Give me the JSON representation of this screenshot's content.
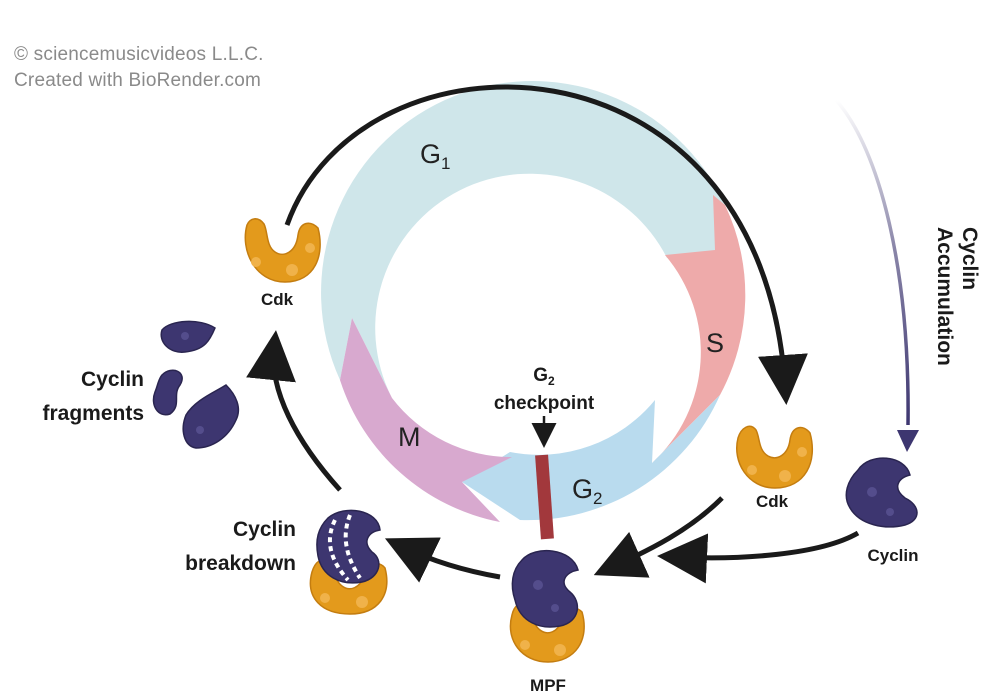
{
  "credits": {
    "line1": "© sciencemusicvideos L.L.C.",
    "line2": "Created with BioRender.com"
  },
  "phases": {
    "g1": "G",
    "g1_sub": "1",
    "s": "S",
    "g2": "G",
    "g2_sub": "2",
    "m": "M"
  },
  "checkpoint": {
    "line1": "G",
    "line1_sub": "2",
    "line2": "checkpoint"
  },
  "labels": {
    "cdk_top": "Cdk",
    "cdk_right": "Cdk",
    "cyclin": "Cyclin",
    "mpf": "MPF",
    "cyclin_fragments_1": "Cyclin",
    "cyclin_fragments_2": "fragments",
    "cyclin_breakdown_1": "Cyclin",
    "cyclin_breakdown_2": "breakdown",
    "cyclin_accumulation_1": "Cyclin",
    "cyclin_accumulation_2": "Accumulation"
  },
  "colors": {
    "g1": "#cfe6ea",
    "s": "#eeaaaa",
    "g2": "#b9dbee",
    "m": "#d8a9cf",
    "checkpoint_bar": "#a2383c",
    "cdk": "#e39a1c",
    "cyclin": "#3d3670",
    "arrow": "#1a1a1a"
  }
}
